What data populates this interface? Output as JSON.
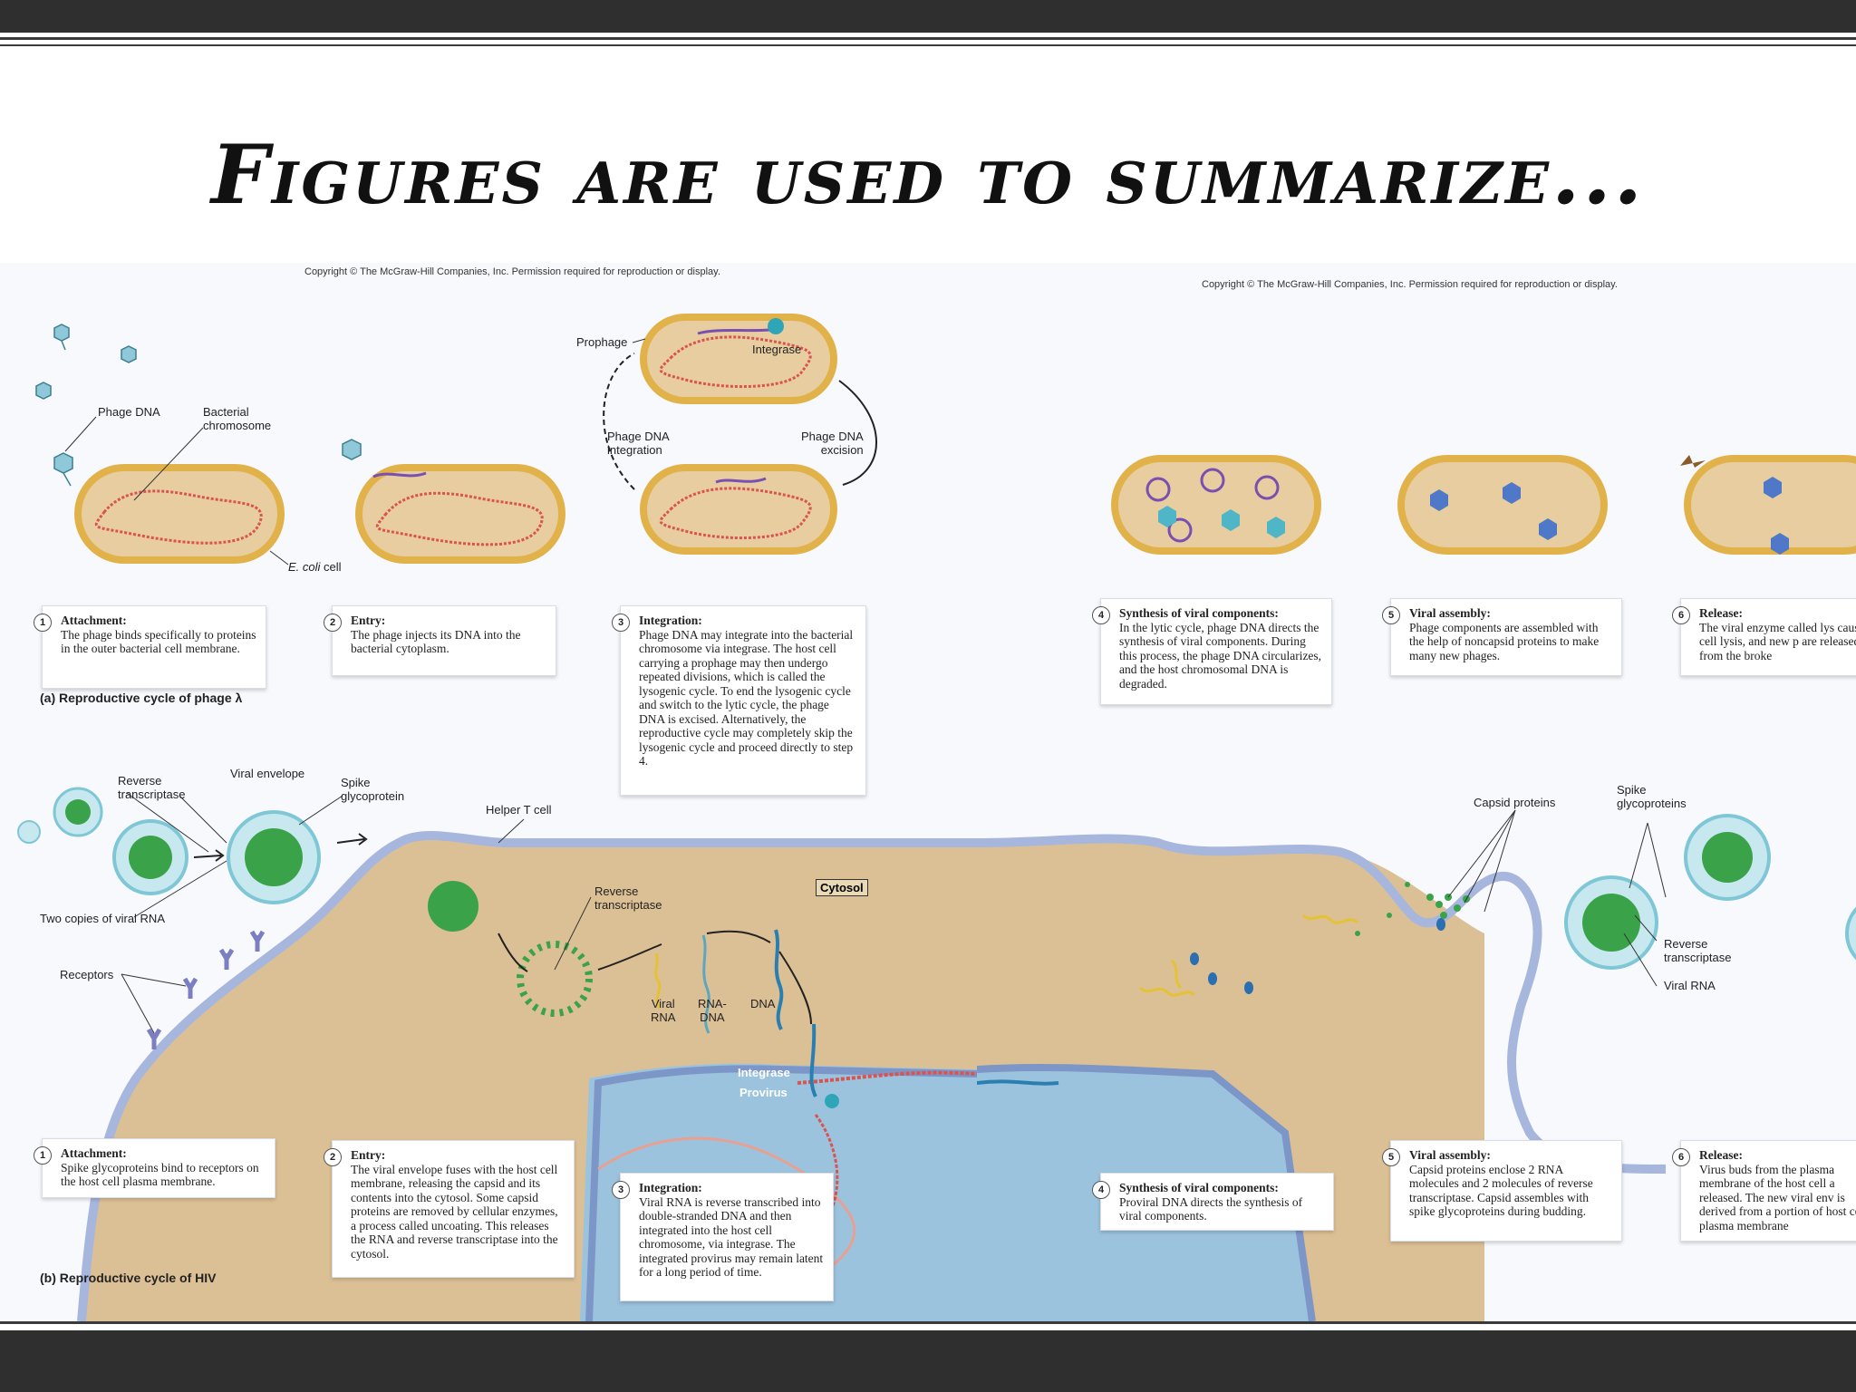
{
  "slide": {
    "title": "Figures are used to summarize..."
  },
  "figure_left": {
    "copyright": "Copyright © The McGraw-Hill Companies, Inc. Permission required for reproduction or display.",
    "panel_a_title": "(a) Reproductive cycle of phage λ",
    "panel_b_title": "(b) Reproductive cycle of HIV",
    "labels": {
      "phage_dna": "Phage DNA",
      "bacterial_chromosome": "Bacterial\nchromosome",
      "ecoli_italic": "E. coli",
      "ecoli_rest": " cell",
      "prophage": "Prophage",
      "integrase_top": "Integrase",
      "phage_dna_integration": "Phage DNA\nintegration",
      "phage_dna_excision": "Phage DNA\nexcision",
      "reverse_transcriptase": "Reverse\ntranscriptase",
      "viral_envelope": "Viral envelope",
      "spike_glycoprotein": "Spike\nglycoprotein",
      "helper_t_cell": "Helper T cell",
      "two_copies": "Two copies of viral RNA",
      "receptors": "Receptors",
      "reverse_transcriptase_2": "Reverse\ntranscriptase",
      "cytosol": "Cytosol",
      "viral_rna": "Viral\nRNA",
      "rna_dna": "RNA-\nDNA",
      "dna": "DNA",
      "integrase": "Integrase",
      "provirus": "Provirus"
    },
    "captions_a": [
      {
        "num": "1",
        "head": "Attachment:",
        "body": "The phage binds specifically to proteins in the outer bacterial cell membrane."
      },
      {
        "num": "2",
        "head": "Entry:",
        "body": "The phage injects its DNA into the bacterial cytoplasm."
      },
      {
        "num": "3",
        "head": "Integration:",
        "body": "Phage DNA may integrate into the bacterial chromosome via integrase. The host cell carrying a prophage may then undergo repeated divisions, which is called the lysogenic cycle. To end the lysogenic cycle and switch to the lytic cycle, the phage DNA is excised. Alternatively, the reproductive cycle may completely skip the lysogenic cycle and proceed directly to step 4."
      }
    ],
    "captions_b": [
      {
        "num": "1",
        "head": "Attachment:",
        "body": "Spike glycoproteins bind to receptors on the host cell plasma membrane."
      },
      {
        "num": "2",
        "head": "Entry:",
        "body": "The viral envelope fuses with the host cell membrane, releasing the capsid and its contents into the cytosol. Some capsid proteins are removed by cellular enzymes, a process called uncoating. This releases the RNA and reverse transcriptase into the cytosol."
      },
      {
        "num": "3",
        "head": "Integration:",
        "body": "Viral RNA is reverse transcribed into double-stranded DNA and then integrated into the host cell chromosome, via integrase. The integrated provirus may remain latent for a long period of time."
      }
    ]
  },
  "figure_right": {
    "copyright": "Copyright © The McGraw-Hill Companies, Inc. Permission required for reproduction or display.",
    "labels": {
      "capsid_proteins": "Capsid proteins",
      "spike_glycoproteins": "Spike\nglycoproteins",
      "reverse_transcriptase": "Reverse\ntranscriptase",
      "viral_rna": "Viral RNA"
    },
    "captions_a": [
      {
        "num": "4",
        "head": "Synthesis of viral components:",
        "body": "In the lytic cycle, phage DNA directs the synthesis of viral components. During this process, the phage DNA circularizes, and the host chromosomal DNA is degraded."
      },
      {
        "num": "5",
        "head": "Viral assembly:",
        "body": "Phage components are assembled with the help of noncapsid proteins to make many new phages."
      },
      {
        "num": "6",
        "head": "Release:",
        "body": "The viral enzyme called lys causes cell lysis, and new p are released from the broke"
      }
    ],
    "captions_b": [
      {
        "num": "4",
        "head": "Synthesis of viral components:",
        "body": "Proviral DNA directs the synthesis of viral components."
      },
      {
        "num": "5",
        "head": "Viral assembly:",
        "body": "Capsid proteins enclose 2 RNA molecules and 2 molecules of reverse transcriptase. Capsid assembles with spike glycoproteins during budding."
      },
      {
        "num": "6",
        "head": "Release:",
        "body": "Virus buds from the plasma membrane of the host cell a released. The new viral env is derived from a portion of host cell plasma membrane"
      }
    ]
  },
  "colors": {
    "frame": "#2f2f2f",
    "cell_wall": "#e2b24a",
    "cytoplasm": "#e7cda0",
    "chromosome": "#d9534f",
    "phage_dna": "#7a4fb0",
    "virus_green": "#3aa34a",
    "envelope": "#7fc7d6",
    "nucleus": "#9cc3de"
  }
}
